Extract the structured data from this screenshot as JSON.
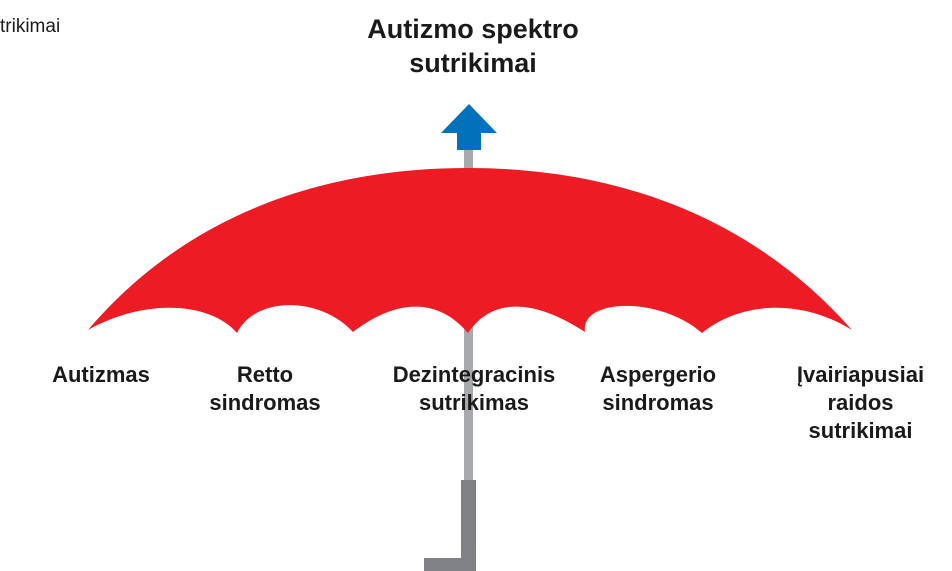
{
  "corner_text": "trikimai",
  "title": {
    "line1": "Autizmo spektro",
    "line2": "sutrikimai"
  },
  "labels": [
    {
      "lines": [
        "Autizmas"
      ]
    },
    {
      "lines": [
        "Retto",
        "sindromas"
      ]
    },
    {
      "lines": [
        "Dezintegracinis",
        "sutrikimas"
      ]
    },
    {
      "lines": [
        "Aspergerio",
        "sindromas"
      ]
    },
    {
      "lines": [
        "Įvairiapusiai",
        "raidos",
        "sutrikimai"
      ]
    }
  ],
  "colors": {
    "canopy": "#ed1c24",
    "arrow": "#0072bc",
    "shaft": "#a7a9ac",
    "handle": "#808285",
    "text": "#1a1a1a"
  }
}
